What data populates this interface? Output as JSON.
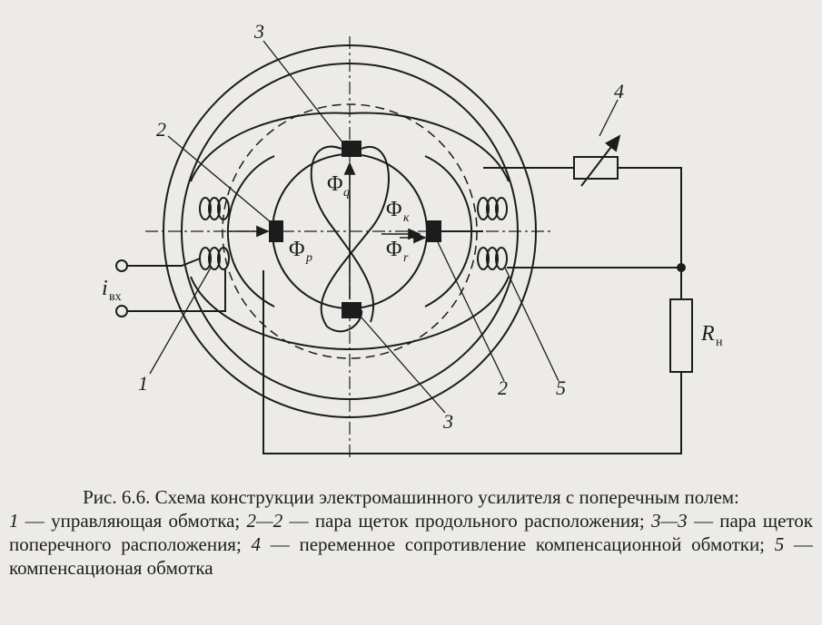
{
  "figure": {
    "labels": {
      "n1": "1",
      "n2a": "2",
      "n2b": "2",
      "n3a": "3",
      "n3b": "3",
      "n4": "4",
      "n5": "5",
      "phi": "Φ",
      "phi_q_sub": "q",
      "phi_k_sub": "к",
      "phi_p_sub": "p",
      "phi_r_sub": "r",
      "i_main": "i",
      "i_sub": "вх",
      "r_main": "R",
      "r_sub": "н"
    }
  },
  "caption": {
    "title": "Рис. 6.6. Схема конструкции электромашинного усилителя с поперечным полем:",
    "items": [
      {
        "num": "1",
        "text": " — управляющая обмотка; "
      },
      {
        "num": "2—2",
        "text": " — пара щеток продольного расположения; "
      },
      {
        "num": "3—3",
        "text": " — пара щеток поперечного расположения; "
      },
      {
        "num": "4",
        "text": " — переменное сопротивление компенсационной обмотки; "
      },
      {
        "num": "5",
        "text": " — компенсационая обмотка"
      }
    ]
  }
}
